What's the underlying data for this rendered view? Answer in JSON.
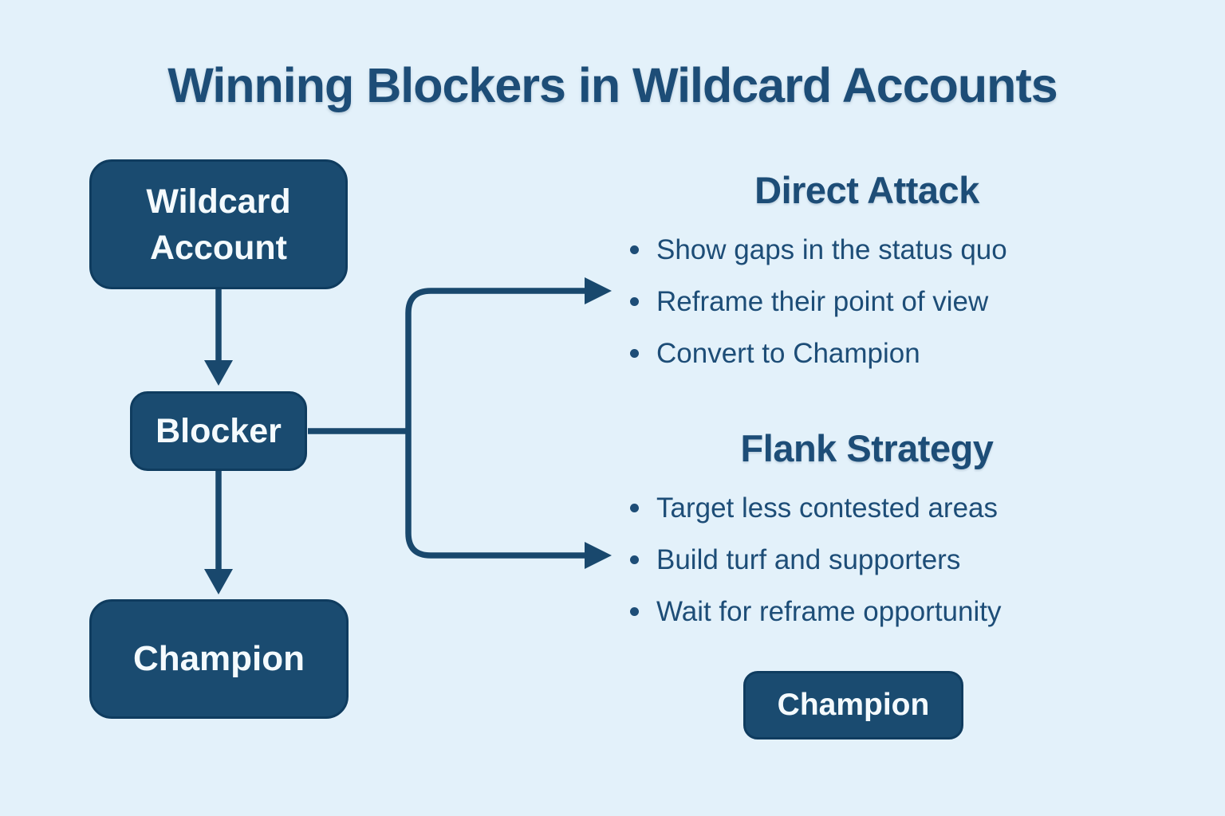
{
  "title": "Winning Blockers in Wildcard Accounts",
  "colors": {
    "background": "#e3f1fa",
    "node_fill": "#1a4b70",
    "node_border": "#0f3c5f",
    "node_text": "#f4fafd",
    "ink": "#1d4d77",
    "line": "#19486d"
  },
  "flow": {
    "nodes": [
      {
        "id": "wildcard-account",
        "label": "Wildcard Account"
      },
      {
        "id": "blocker",
        "label": "Blocker"
      },
      {
        "id": "champion",
        "label": "Champion"
      }
    ]
  },
  "sections": [
    {
      "heading": "Direct Attack",
      "bullets": [
        "Show gaps in the status quo",
        "Reframe their point of view",
        "Convert to Champion"
      ]
    },
    {
      "heading": "Flank Strategy",
      "bullets": [
        "Target less contested areas",
        "Build turf and supporters",
        "Wait for reframe opportunity"
      ]
    }
  ],
  "badge": {
    "label": "Champion"
  }
}
